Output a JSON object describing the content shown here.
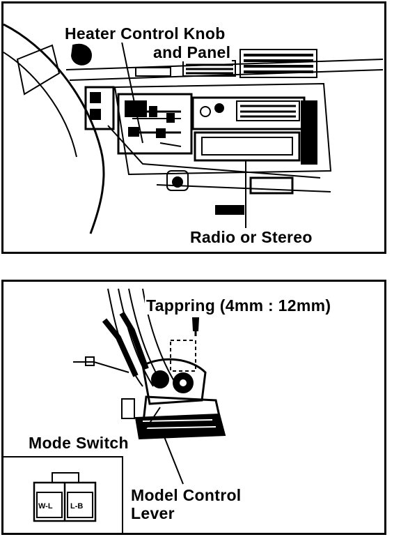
{
  "top_figure": {
    "callouts": {
      "heater_line1": "Heater Control Knob",
      "heater_line2": "and Panel",
      "radio": "Radio or Stereo"
    }
  },
  "bottom_figure": {
    "callouts": {
      "tapping_screw": "Tappring (4mm : 12mm)",
      "mode_switch": "Mode Switch",
      "control_lever_line1": "Model Control",
      "control_lever_line2": "Lever"
    },
    "connector": {
      "left_pin": "W-L",
      "right_pin": "L-B"
    }
  }
}
